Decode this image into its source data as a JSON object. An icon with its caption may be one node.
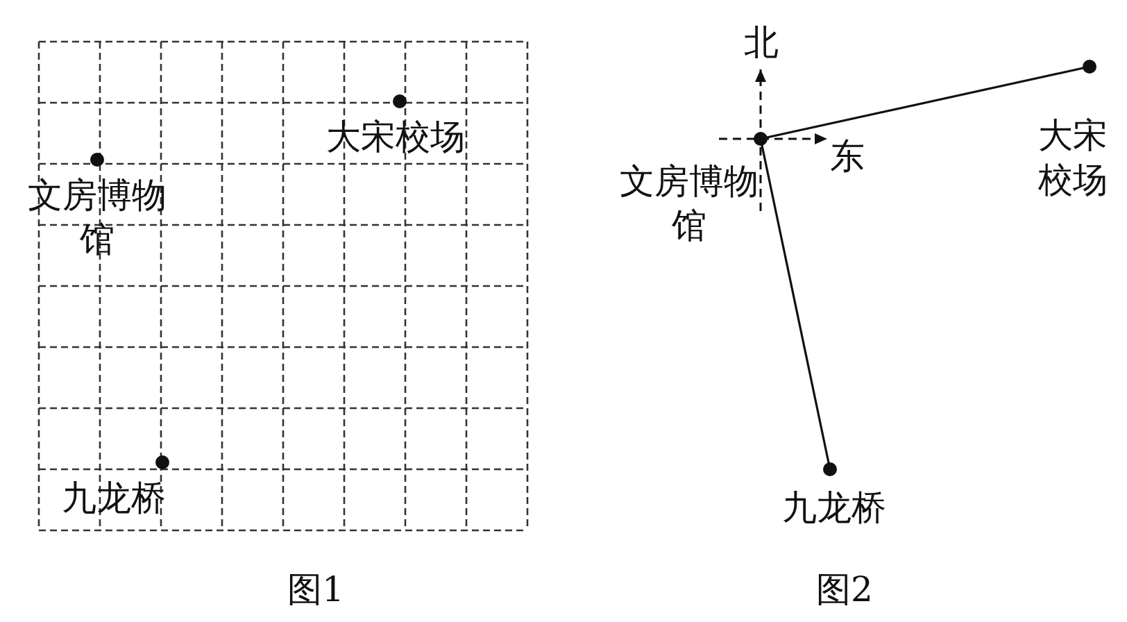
{
  "diagram": {
    "nodes": [
      {
        "text": [
          "文房博物馆"
        ]
      },
      {
        "text": [
          "大宋校场"
        ]
      },
      {
        "text": [
          "九龙桥"
        ]
      },
      {
        "text": [
          "文房博物馆"
        ]
      },
      {
        "text": [
          "大宋校场"
        ]
      },
      {
        "text": [
          "九龙桥"
        ]
      }
    ],
    "edges": [
      {
        "from": 3,
        "to": 4,
        "arrow": "none"
      },
      {
        "from": 3,
        "to": 5,
        "arrow": "none"
      }
    ],
    "labels": [
      "北",
      "东",
      "图1",
      "图2"
    ]
  }
}
